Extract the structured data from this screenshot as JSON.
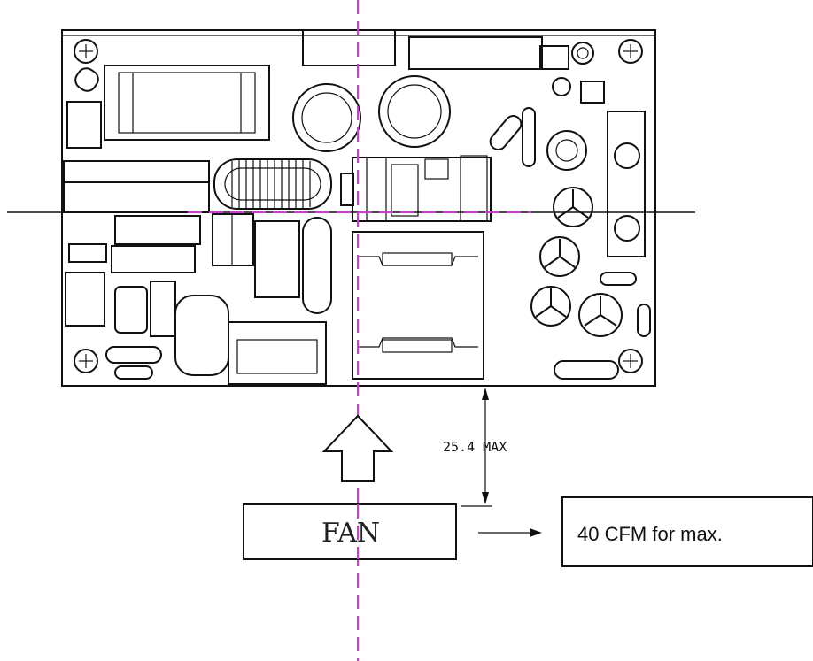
{
  "diagram": {
    "fan_label": "FAN",
    "clearance_label": "25.4 MAX",
    "airflow_label": "40 CFM for max.",
    "colors": {
      "line": "#111111",
      "centerline": "#d936d9",
      "background": "#ffffff"
    }
  }
}
